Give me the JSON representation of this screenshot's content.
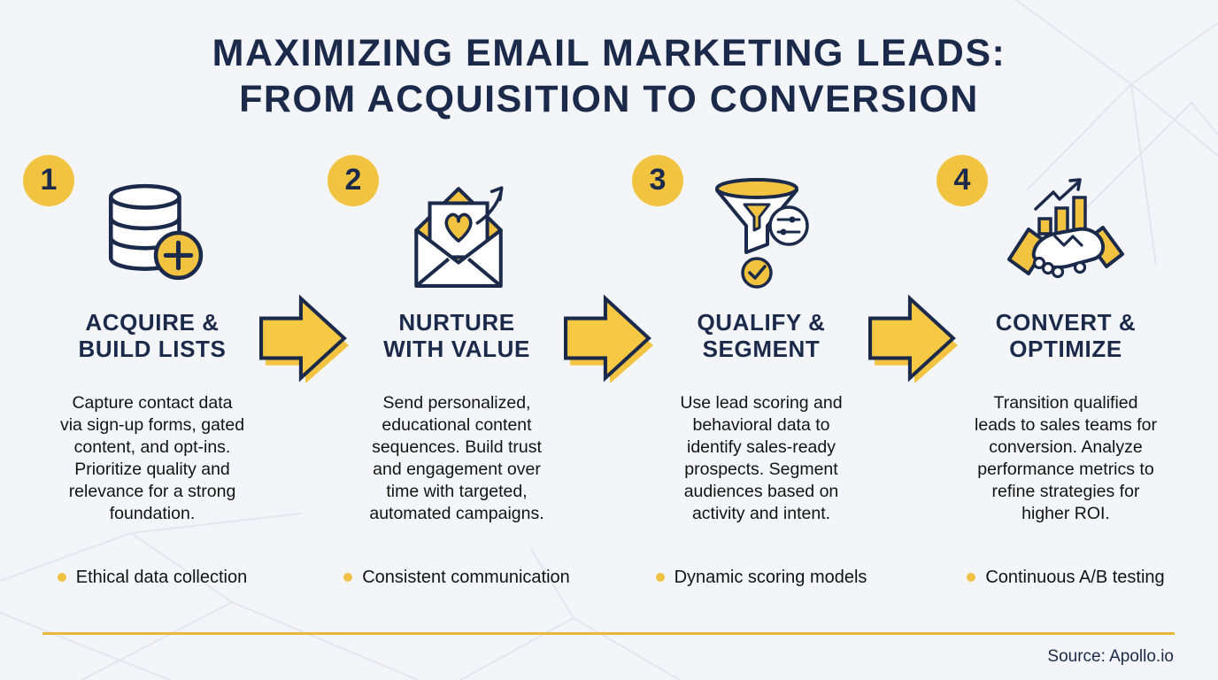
{
  "title_lines": [
    "MAXIMIZING EMAIL MARKETING LEADS:",
    "FROM ACQUISITION TO CONVERSION"
  ],
  "source": "Source: Apollo.io",
  "colors": {
    "navy": "#1b2a4a",
    "yellow": "#F2C340",
    "background": "#f3f5f8",
    "body_text": "#131313",
    "divider": "#E6BA3F"
  },
  "steps": [
    {
      "number": "1",
      "icon": "database-add-icon",
      "title_lines": [
        "ACQUIRE &",
        "BUILD LISTS"
      ],
      "description_lines": [
        "Capture contact data",
        "via sign-up forms, gated",
        "content, and opt-ins.",
        "Prioritize quality and",
        "relevance for a strong",
        "foundation."
      ],
      "highlight": "Ethical data collection"
    },
    {
      "number": "2",
      "icon": "envelope-heart-icon",
      "title_lines": [
        "NURTURE",
        "WITH VALUE"
      ],
      "description_lines": [
        "Send personalized,",
        "educational content",
        "sequences. Build trust",
        "and engagement over",
        "time with targeted,",
        "automated campaigns."
      ],
      "highlight": "Consistent communication"
    },
    {
      "number": "3",
      "icon": "funnel-segment-icon",
      "title_lines": [
        "QUALIFY &",
        "SEGMENT"
      ],
      "description_lines": [
        "Use lead scoring and",
        "behavioral data to",
        "identify sales-ready",
        "prospects. Segment",
        "audiences based on",
        "activity and intent."
      ],
      "highlight": "Dynamic scoring models"
    },
    {
      "number": "4",
      "icon": "handshake-growth-icon",
      "title_lines": [
        "CONVERT &",
        "OPTIMIZE"
      ],
      "description_lines": [
        "Transition qualified",
        "leads to sales teams for",
        "conversion. Analyze",
        "performance metrics to",
        "refine strategies for",
        "higher ROI."
      ],
      "highlight": "Continuous A/B testing"
    }
  ]
}
